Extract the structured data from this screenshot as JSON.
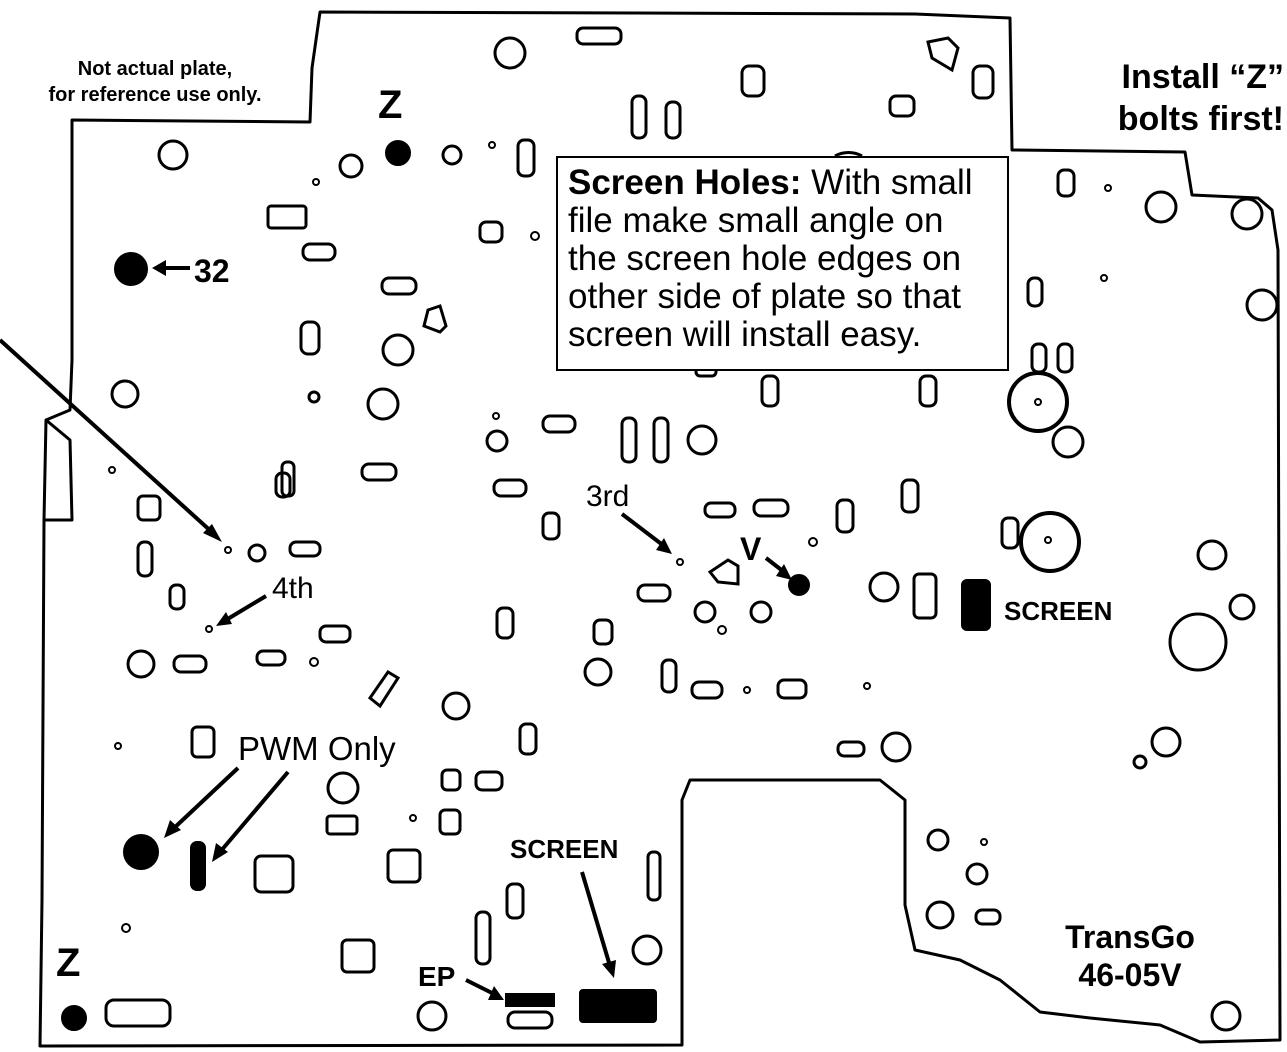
{
  "notes": {
    "reference_line1": "Not actual plate,",
    "reference_line2": "for reference use only.",
    "install_line1": "Install “Z”",
    "install_line2": "bolts first!",
    "screen_title": "Screen Holes:",
    "screen_body": " With small file make small angle on the screen hole edges on other side of plate so that screen will install easy.",
    "brand_line1": "TransGo",
    "brand_line2": "46-05V"
  },
  "labels": {
    "z_top": "Z",
    "z_bottom": "Z",
    "n32": "32",
    "third": "3rd",
    "fourth": "4th",
    "v": "V",
    "screen_right": "SCREEN",
    "screen_bottom": "SCREEN",
    "pwm": "PWM Only",
    "ep": "EP"
  }
}
